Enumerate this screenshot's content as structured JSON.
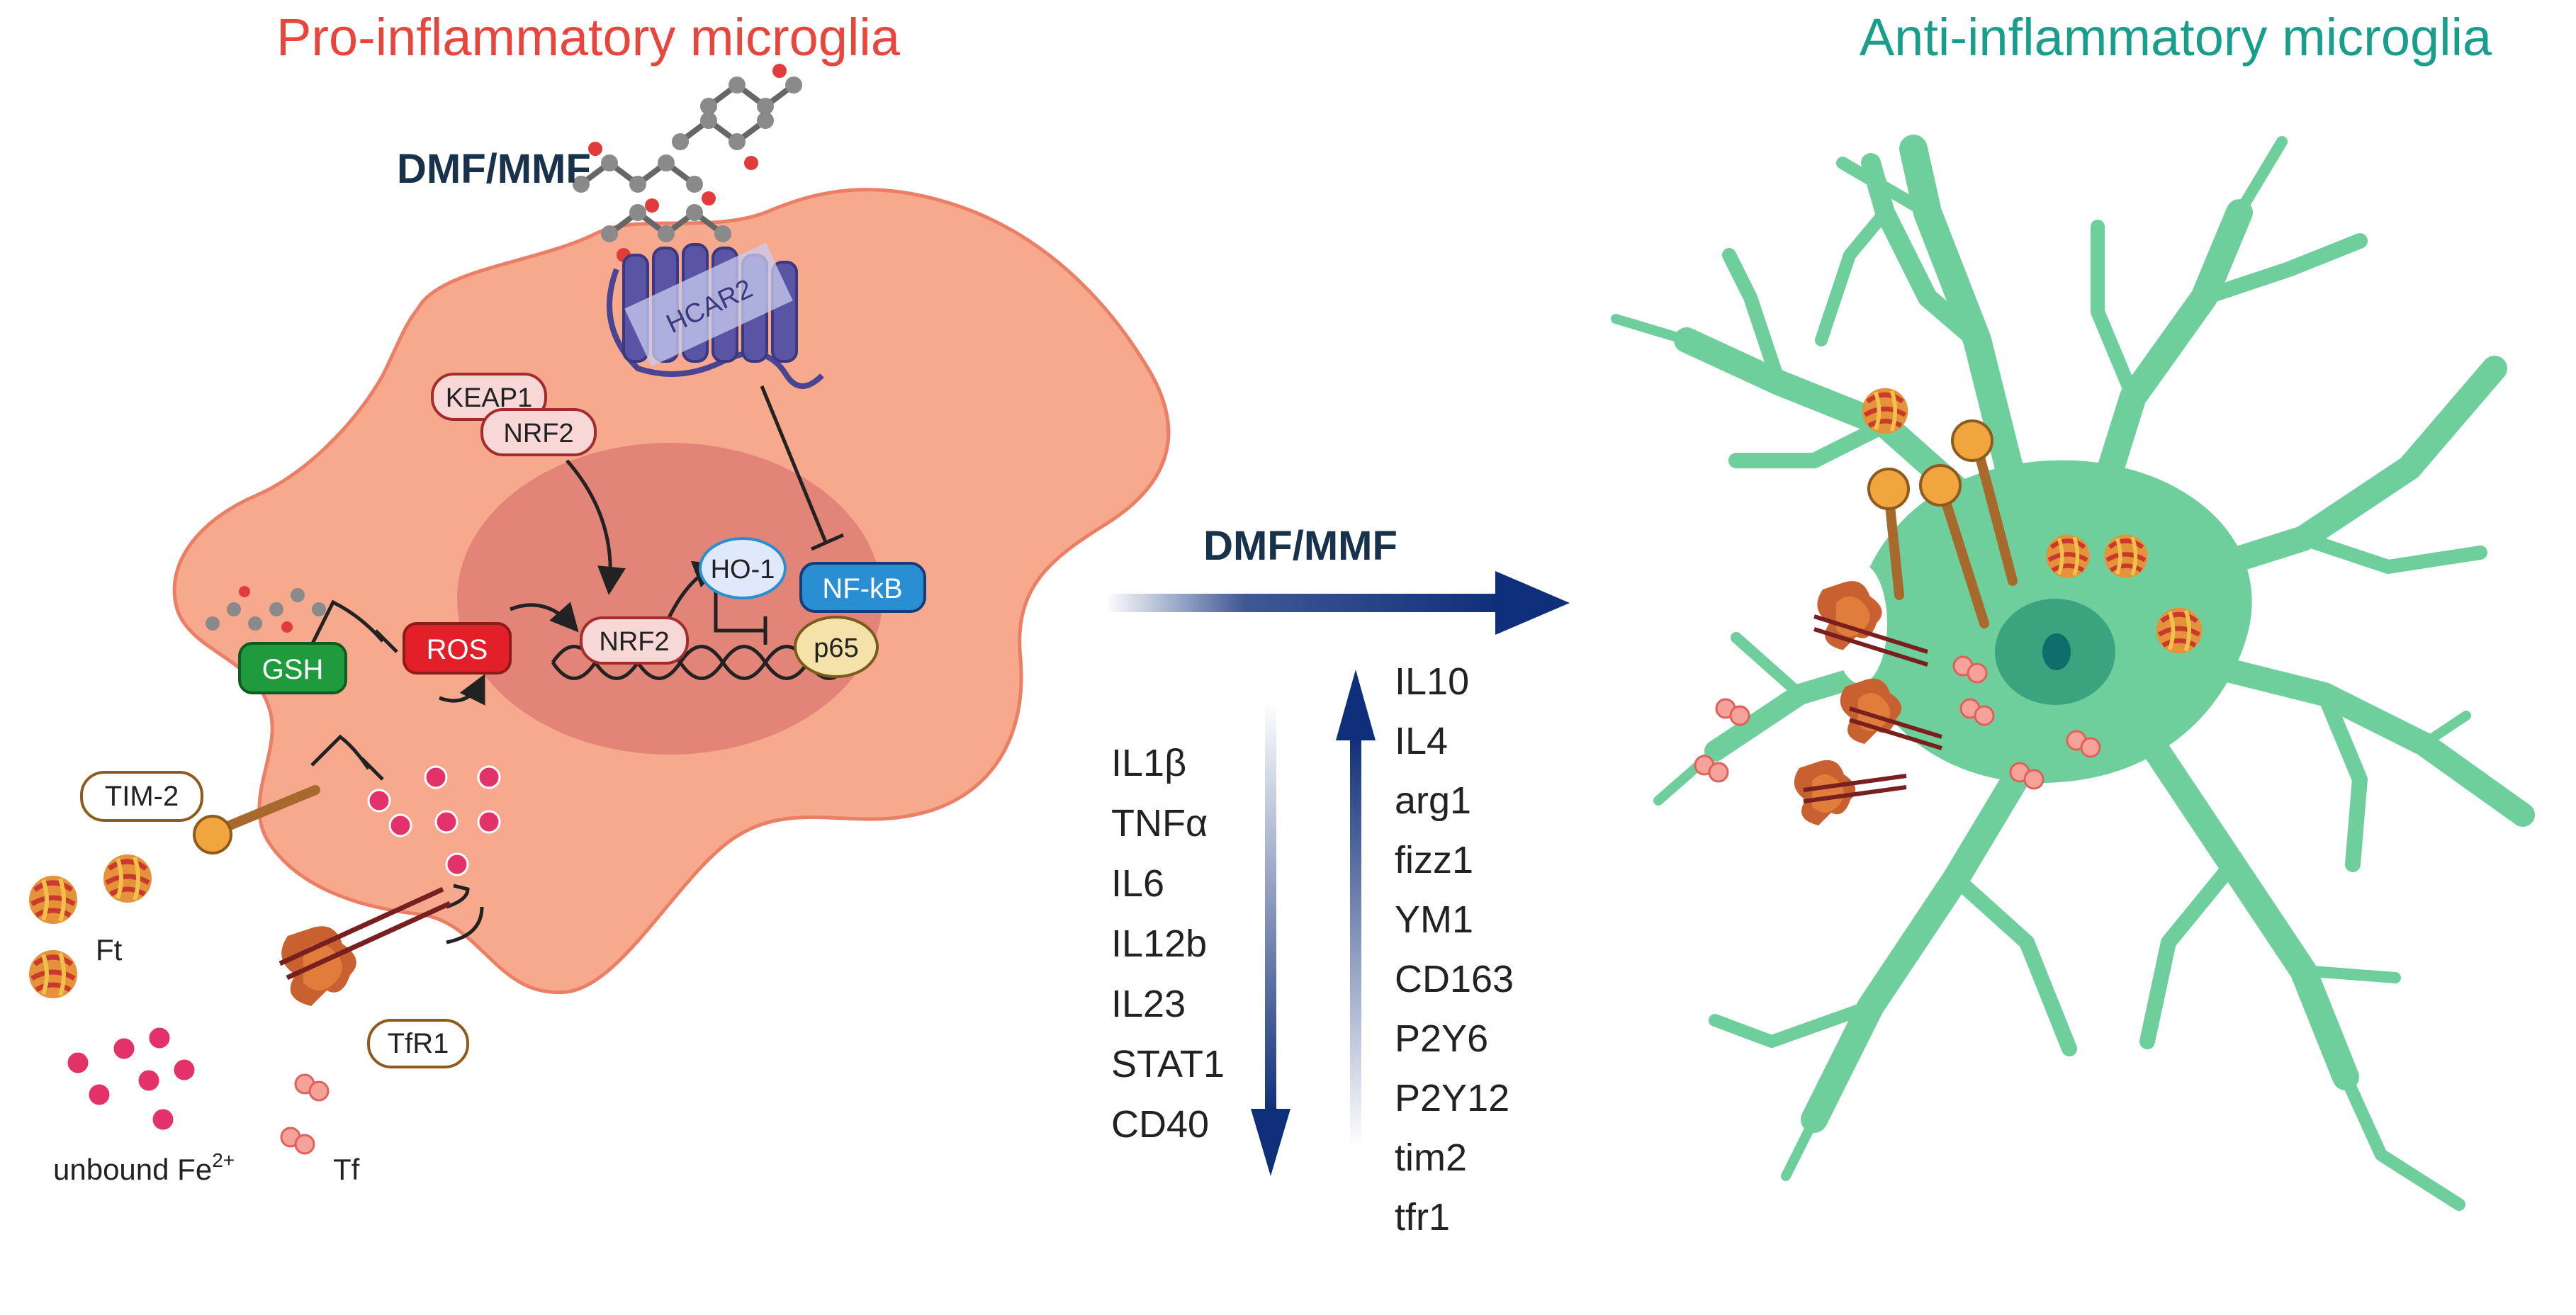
{
  "titles": {
    "pro": "Pro-inflammatory microglia",
    "anti": "Anti-inflammatory microglia"
  },
  "drug": {
    "cell_label": "DMF/MMF",
    "arrow_label": "DMF/MMF"
  },
  "proteins": {
    "hcar2": "HCAR2",
    "keap1": "KEAP1",
    "nrf2_cyto": "NRF2",
    "nrf2_nuc": "NRF2",
    "ho1": "HO-1",
    "nfkb": "NF-kB",
    "p65": "p65",
    "ros": "ROS",
    "gsh": "GSH",
    "tim2": "TIM-2",
    "tfr1": "TfR1"
  },
  "legend": {
    "ft": "Ft",
    "fe_prefix": "unbound Fe",
    "fe_sup": "2+",
    "tf": "Tf"
  },
  "downregulated": [
    "IL1β",
    "TNFα",
    "IL6",
    "IL12b",
    "IL23",
    "STAT1",
    "CD40"
  ],
  "upregulated": [
    "IL10",
    "IL4",
    "arg1",
    "fizz1",
    "YM1",
    "CD163",
    "P2Y6",
    "P2Y12",
    "tim2",
    "tfr1"
  ],
  "colors": {
    "pro_title": "#e8463c",
    "anti_title": "#1a9e8c",
    "arrow": "#0f2f7a",
    "cell_pro": "#f7a98e",
    "cell_anti": "#6fcf9c",
    "ros": "#e3202a",
    "gsh": "#1f9b3e",
    "nfkb": "#2a8fd2",
    "hcar2": "#4a4592",
    "iron": "#e3326a"
  }
}
